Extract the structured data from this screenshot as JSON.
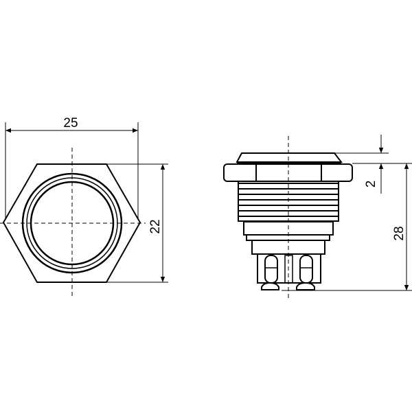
{
  "colors": {
    "line": "#000000",
    "background": "#ffffff"
  },
  "front_view": {
    "width_dimension": "25",
    "height_dimension": "22"
  },
  "side_view": {
    "cap_dimension": "2",
    "total_height_dimension": "28"
  }
}
